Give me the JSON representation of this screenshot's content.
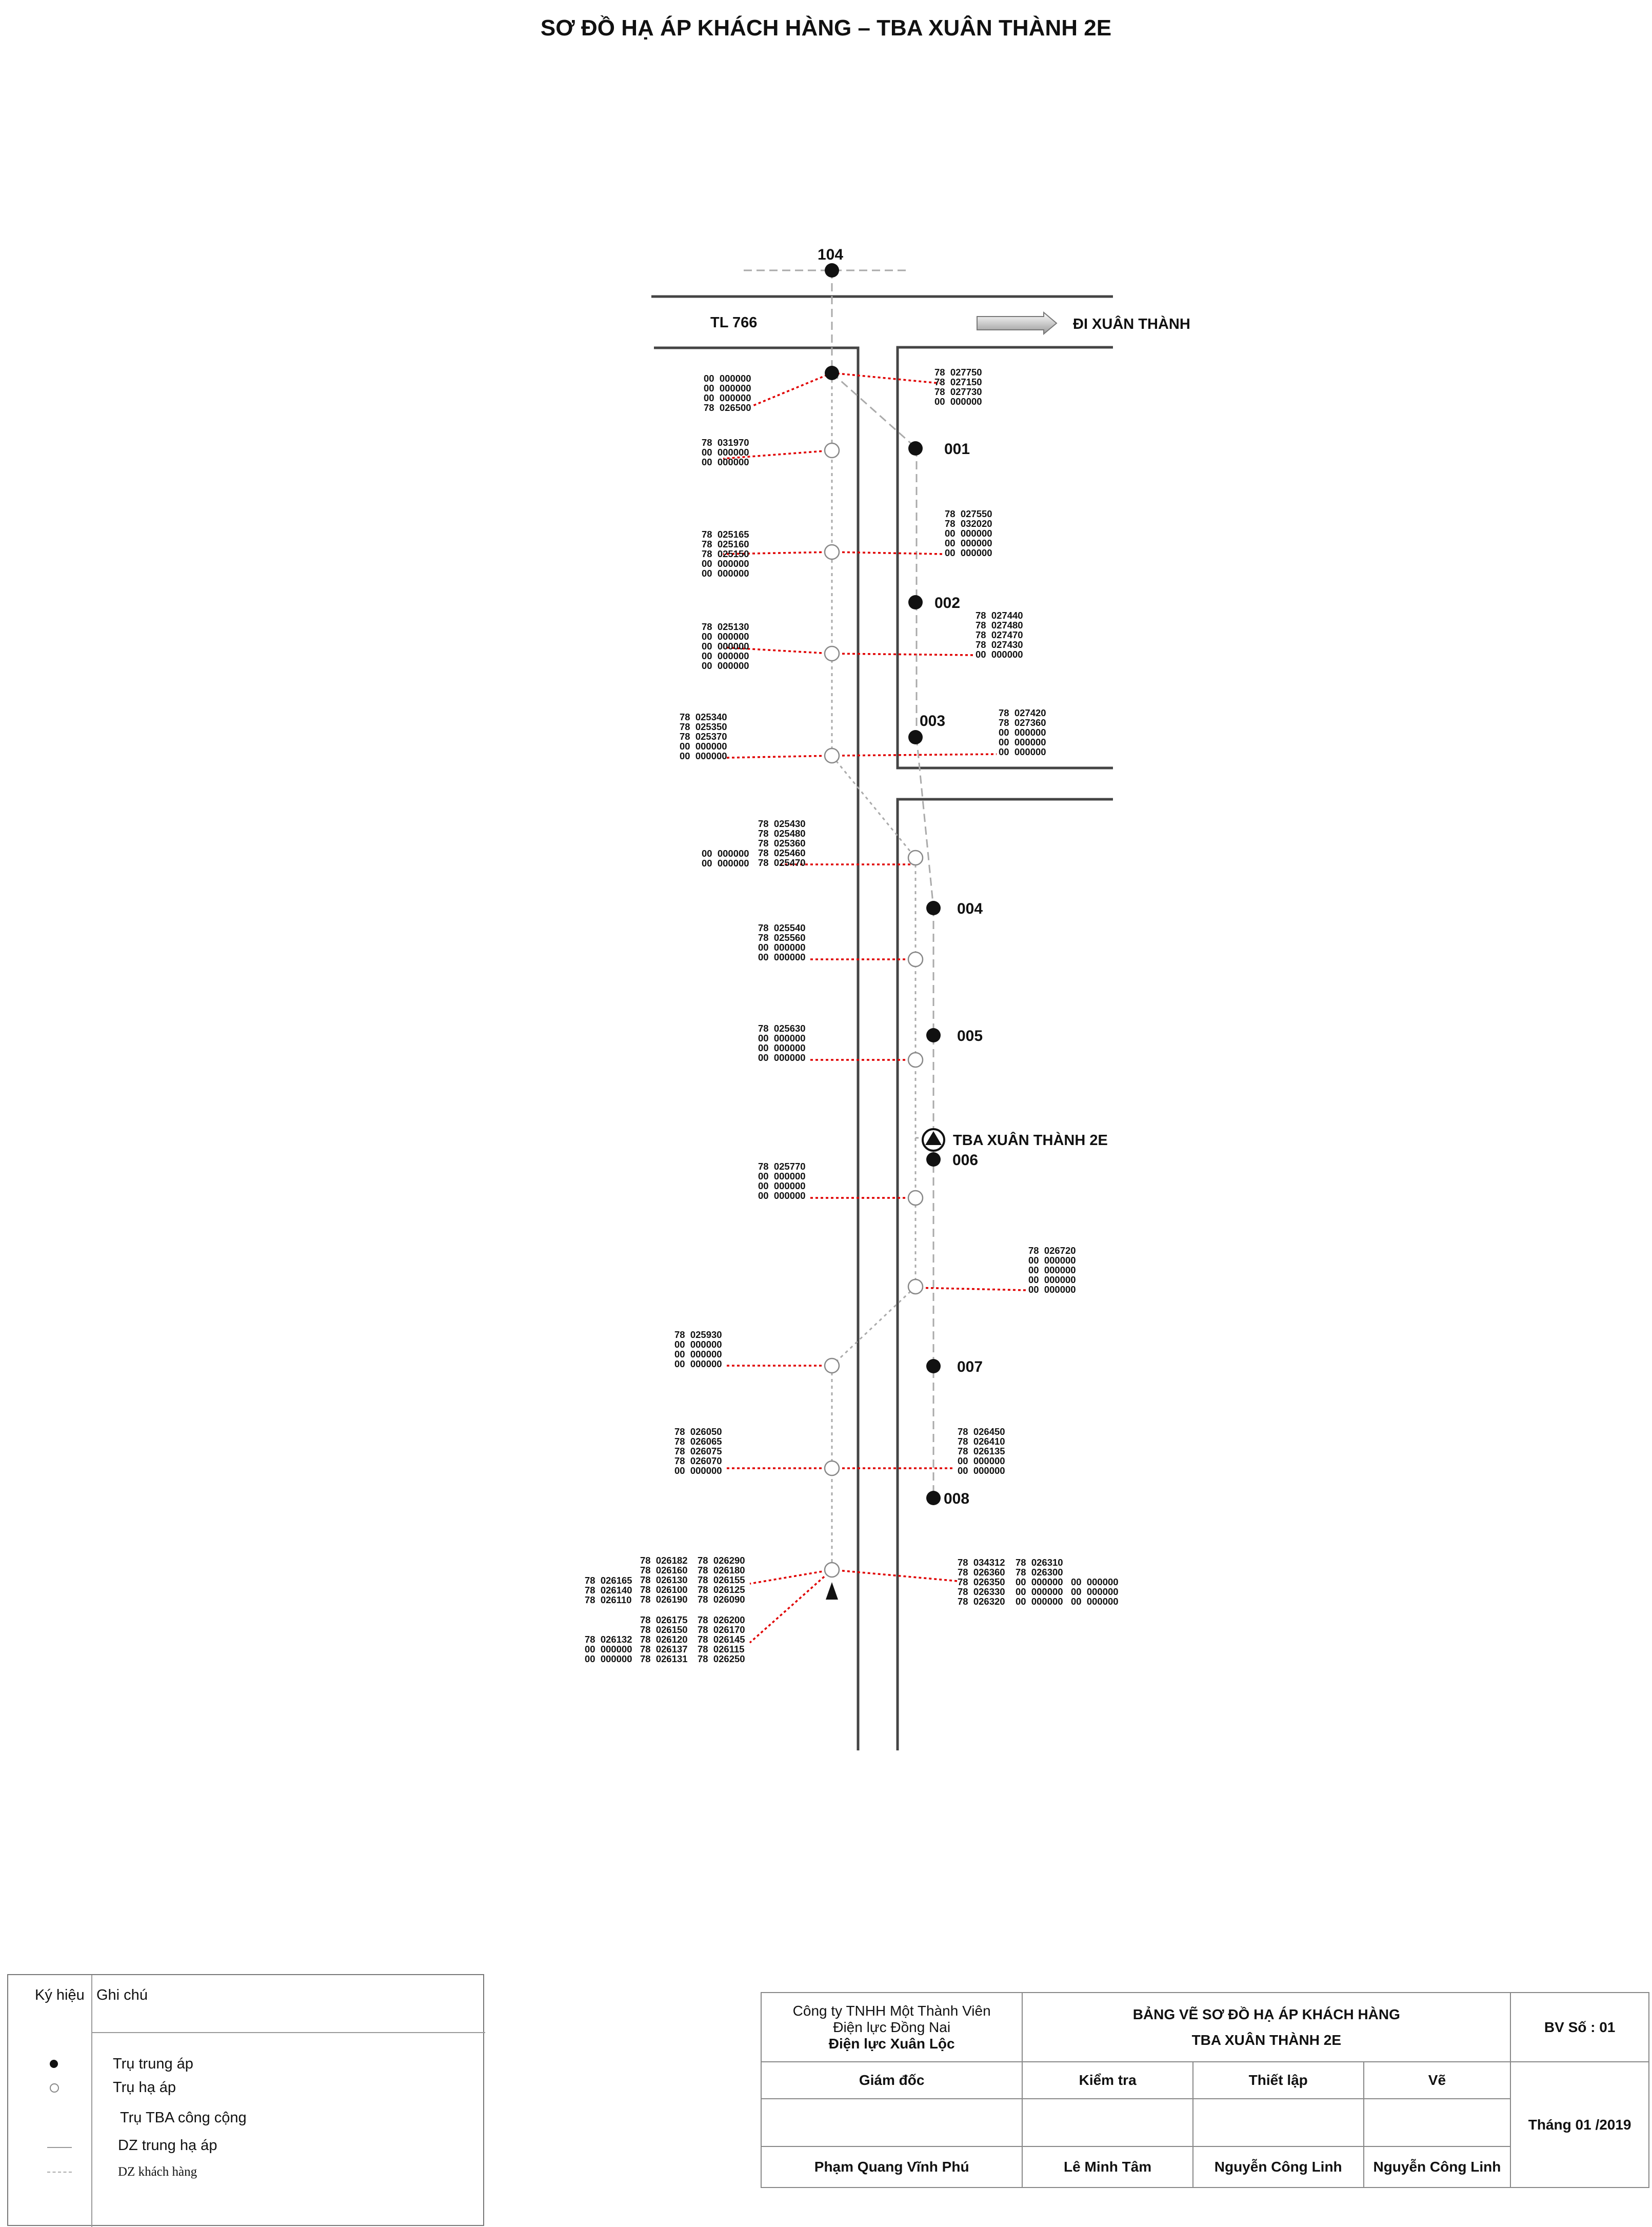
{
  "title": "SƠ ĐỒ HẠ ÁP KHÁCH HÀNG – TBA XUÂN THÀNH 2E",
  "road": {
    "name": "TL 766",
    "direction": "ĐI XUÂN THÀNH"
  },
  "substation": {
    "label": "TBA XUÂN THÀNH 2E"
  },
  "mv_poles": [
    {
      "label": "104"
    },
    {
      "label": "001"
    },
    {
      "label": "002"
    },
    {
      "label": "003"
    },
    {
      "label": "004"
    },
    {
      "label": "005"
    },
    {
      "label": "006"
    },
    {
      "label": "007"
    },
    {
      "label": "008"
    }
  ],
  "customer_blocks": [
    {
      "lines": [
        "00  000000",
        "00  000000",
        "00  000000",
        "78  026500"
      ]
    },
    {
      "lines": [
        "78  027750",
        "78  027150",
        "78  027730",
        "00  000000"
      ]
    },
    {
      "lines": [
        "78  031970",
        "00  000000",
        "00  000000"
      ]
    },
    {
      "lines": [
        "78  025165",
        "78  025160",
        "78  025150",
        "00  000000",
        "00  000000"
      ]
    },
    {
      "lines": [
        "78  027550",
        "78  032020",
        "00  000000",
        "00  000000",
        "00  000000"
      ]
    },
    {
      "lines": [
        "78  025130",
        "00  000000",
        "00  000000",
        "00  000000",
        "00  000000"
      ]
    },
    {
      "lines": [
        "78  027440",
        "78  027480",
        "78  027470",
        "78  027430",
        "00  000000"
      ]
    },
    {
      "lines": [
        "78  025340",
        "78  025350",
        "78  025370",
        "00  000000",
        "00  000000"
      ]
    },
    {
      "lines": [
        "78  027420",
        "78  027360",
        "00  000000",
        "00  000000",
        "00  000000"
      ]
    },
    {
      "lines": [
        "78  025430",
        "78  025480",
        "78  025360",
        "78  025460",
        "78  025470"
      ]
    },
    {
      "lines": [
        "00  000000",
        "00  000000"
      ]
    },
    {
      "lines": [
        "78  025540",
        "78  025560",
        "00  000000",
        "00  000000"
      ]
    },
    {
      "lines": [
        "78  025630",
        "00  000000",
        "00  000000",
        "00  000000"
      ]
    },
    {
      "lines": [
        "78  025770",
        "00  000000",
        "00  000000",
        "00  000000"
      ]
    },
    {
      "lines": [
        "78  026720",
        "00  000000",
        "00  000000",
        "00  000000",
        "00  000000"
      ]
    },
    {
      "lines": [
        "78  025930",
        "00  000000",
        "00  000000",
        "00  000000"
      ]
    },
    {
      "lines": [
        "78  026050",
        "78  026065",
        "78  026075",
        "78  026070",
        "00  000000"
      ]
    },
    {
      "lines": [
        "78  026450",
        "78  026410",
        "78  026135",
        "00  000000",
        "00  000000"
      ]
    },
    {
      "lines": [
        "78  026165",
        "78  026140",
        "78  026110"
      ]
    },
    {
      "lines": [
        "78  026182",
        "78  026160",
        "78  026130",
        "78  026100",
        "78  026190"
      ]
    },
    {
      "lines": [
        "78  026290",
        "78  026180",
        "78  026155",
        "78  026125",
        "78  026090"
      ]
    },
    {
      "lines": [
        "78  026132",
        "00  000000",
        "00  000000"
      ]
    },
    {
      "lines": [
        "78  026175",
        "78  026150",
        "78  026120",
        "78  026137",
        "78  026131"
      ]
    },
    {
      "lines": [
        "78  026200",
        "78  026170",
        "78  026145",
        "78  026115",
        "78  026250"
      ]
    },
    {
      "lines": [
        "78  034312",
        "78  026360",
        "78  026350",
        "78  026330",
        "78  026320"
      ]
    },
    {
      "lines": [
        "78  026310",
        "78  026300",
        "00  000000",
        "00  000000",
        "00  000000"
      ]
    },
    {
      "lines": [
        "00  000000",
        "00  000000",
        "00  000000"
      ]
    }
  ],
  "legend": {
    "col1": "Ký hiệu",
    "col2": "Ghi chú",
    "items": [
      "Trụ trung áp",
      "Trụ hạ áp",
      "Trụ TBA  công cộng",
      "DZ trung hạ áp",
      "DZ khách hàng"
    ]
  },
  "title_block": {
    "company_line1": "Công ty TNHH Một Thành Viên",
    "company_line2": "Điện lực Đồng Nai",
    "company_line3": "Điện lực Xuân Lộc",
    "drawing_title1": "BẢNG VẼ SƠ ĐỒ HẠ ÁP KHÁCH HÀNG",
    "drawing_title2": "TBA XUÂN THÀNH 2E",
    "sheet_no": "BV Số : 01",
    "role_director": "Giám đốc",
    "role_check": "Kiểm tra",
    "role_setup": "Thiết lập",
    "role_draw": "Vẽ",
    "date": "Tháng 01 /2019",
    "name_director": "Phạm Quang Vĩnh Phú",
    "name_check": "Lê Minh Tâm",
    "name_setup": "Nguyễn Công Linh",
    "name_draw": "Nguyễn Công Linh"
  },
  "colors": {
    "road": "#444444",
    "lv_line": "#e00000",
    "mv_line": "#aaaaaa"
  }
}
